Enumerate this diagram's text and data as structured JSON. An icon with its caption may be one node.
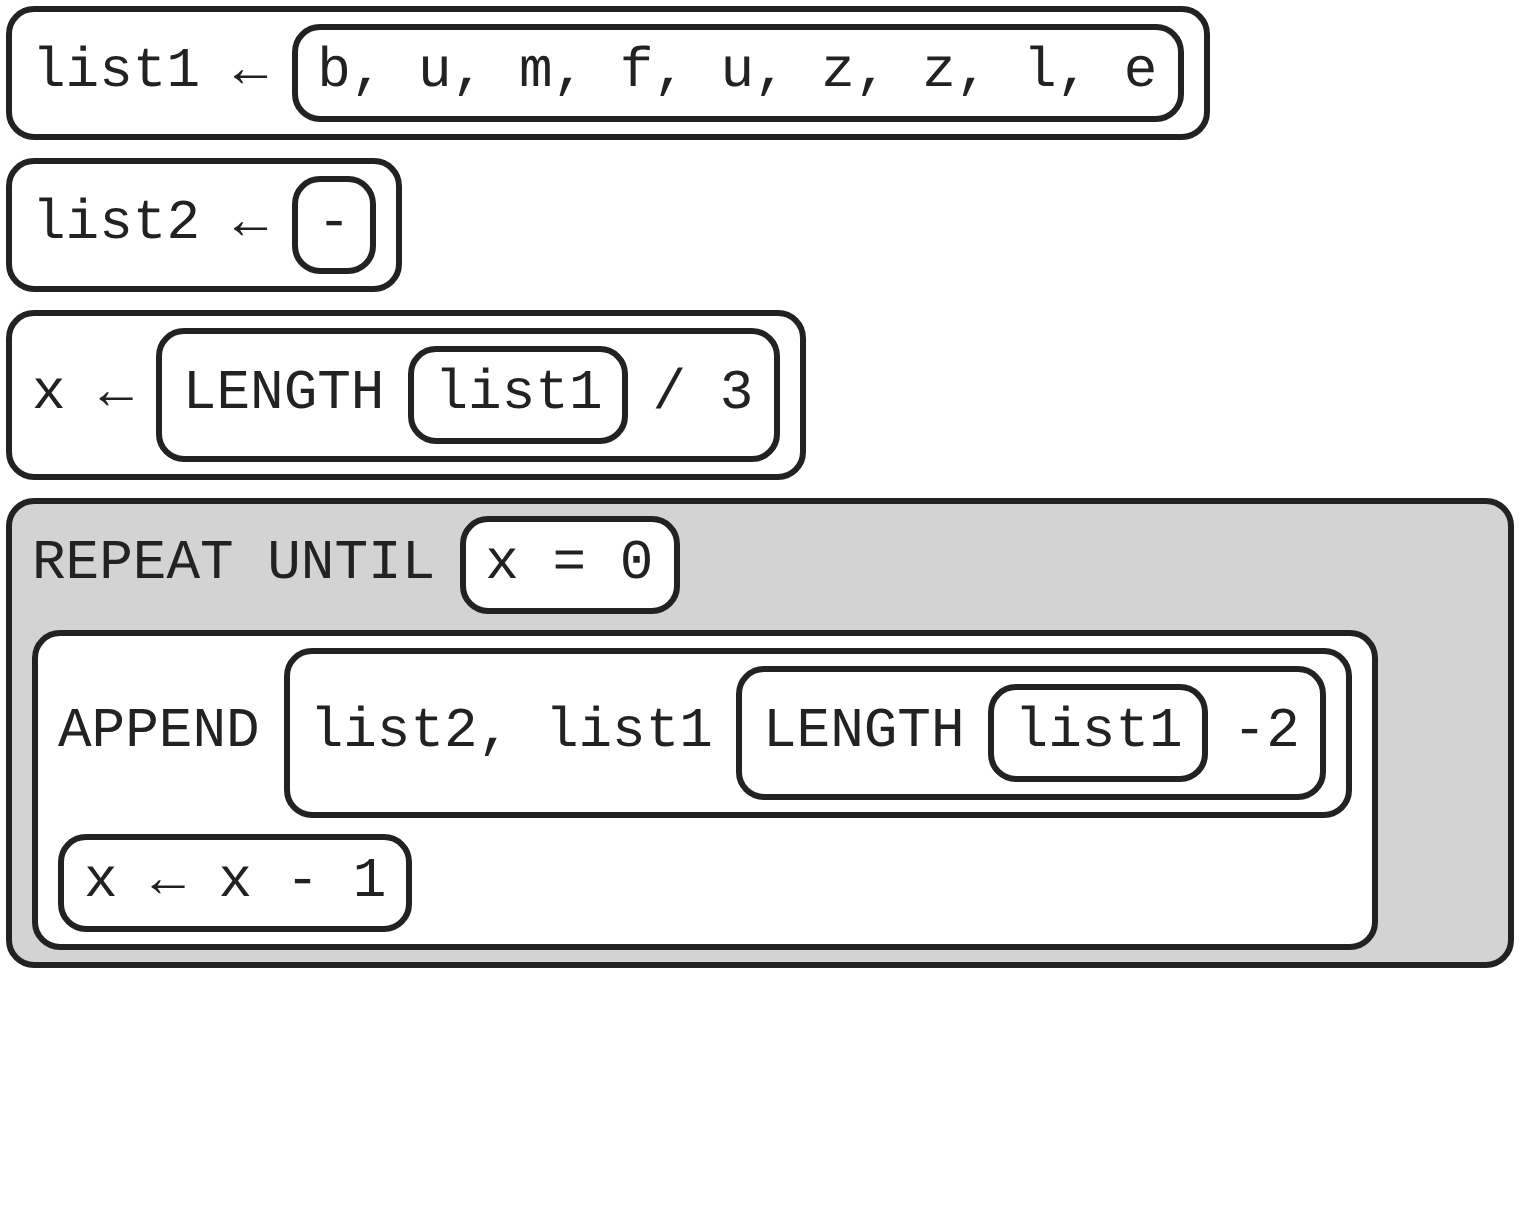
{
  "diagram": {
    "nodes": [
      {
        "text": [
          "list1 ←"
        ]
      },
      {
        "text": [
          "b, u, m, f, u, z, z, l, e"
        ],
        "in": 0
      },
      {
        "text": [
          "list2 ←"
        ]
      },
      {
        "text": [
          "-"
        ],
        "in": 2
      },
      {
        "text": [
          "x ←"
        ]
      },
      {
        "text": [
          "LENGTH",
          "/ 3"
        ],
        "in": 4
      },
      {
        "text": [
          "list1"
        ],
        "in": 5
      },
      {
        "text": [
          "REPEAT UNTIL"
        ]
      },
      {
        "text": [
          "x = 0"
        ],
        "in": 7
      },
      {
        "text": [
          "APPEND"
        ],
        "in": 7
      },
      {
        "text": [
          "list2, list1"
        ],
        "in": 9
      },
      {
        "text": [
          "LENGTH",
          "-2"
        ],
        "in": 10
      },
      {
        "text": [
          "list1"
        ],
        "in": 11
      },
      {
        "text": [
          "x ← x - 1"
        ],
        "in": 9
      }
    ]
  }
}
